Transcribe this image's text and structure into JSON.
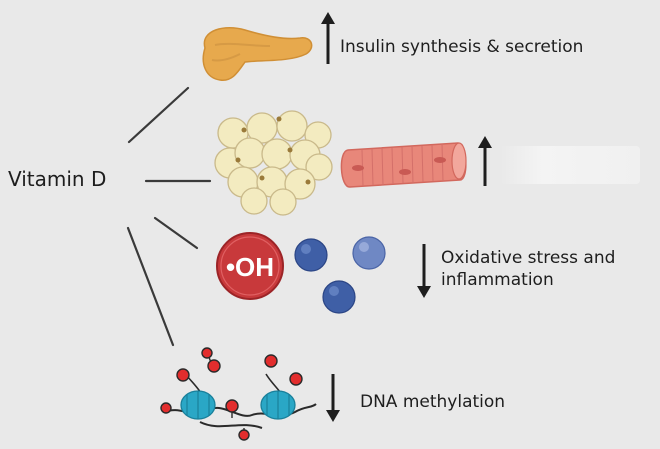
{
  "diagram": {
    "source_label": "Vitamin D",
    "effects": [
      {
        "direction": "up",
        "text": "Insulin synthesis & secretion"
      },
      {
        "direction": "up",
        "text": ""
      },
      {
        "direction": "down",
        "text": "Oxidative stress and inflammation"
      },
      {
        "direction": "down",
        "text": "DNA methylation"
      }
    ],
    "hydroxyl_radical_label": "•OH",
    "colors": {
      "background": "#e9e9e9",
      "pancreas": "#e7a94d",
      "fat_cell": "#f3ebc0",
      "muscle": "#e8877a",
      "radical": "#c8393b",
      "antioxidant": "#3f5fa6",
      "histone": "#2aa7c6",
      "methyl": "#e22d2d"
    }
  }
}
